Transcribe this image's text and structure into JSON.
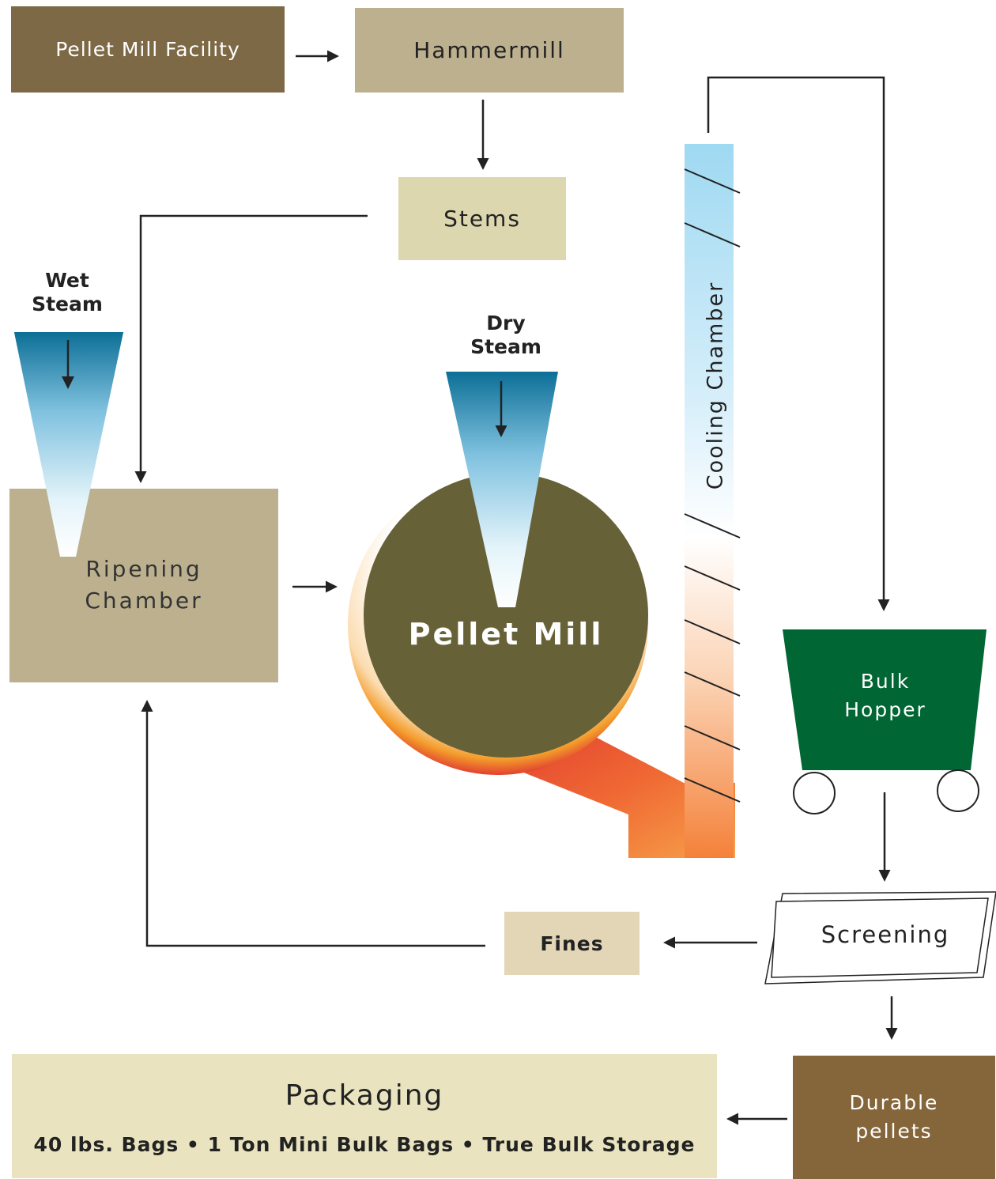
{
  "nodes": {
    "pellet_mill_facility": "Pellet Mill Facility",
    "hammermill": "Hammermill",
    "stems": "Stems",
    "wet_steam_line1": "Wet",
    "wet_steam_line2": "Steam",
    "dry_steam_line1": "Dry",
    "dry_steam_line2": "Steam",
    "ripening_chamber_line1": "Ripening",
    "ripening_chamber_line2": "Chamber",
    "pellet_mill": "Pellet Mill",
    "cooling_chamber": "Cooling Chamber",
    "bulk_hopper_line1": "Bulk",
    "bulk_hopper_line2": "Hopper",
    "screening": "Screening",
    "fines": "Fines",
    "durable_pellets_line1": "Durable",
    "durable_pellets_line2": "pellets",
    "packaging_title": "Packaging",
    "packaging_options": "40 lbs. Bags • 1 Ton Mini Bulk Bags • True Bulk Storage"
  },
  "colors": {
    "facility": "#7d6945",
    "hammermill": "#bcb08f",
    "stems": "#dcd7ae",
    "ripening": "#bcb08f",
    "pellet_mill": "#676138",
    "hopper": "#006633",
    "fines": "#e2d6b6",
    "durable": "#85663b",
    "packaging": "#e9e4bf",
    "steam_dark": "#0d6f96",
    "steam_light": "#ffffff",
    "cool_top": "#9fd9f2",
    "cool_bottom": "#f4813a",
    "arrow": "#222222"
  }
}
